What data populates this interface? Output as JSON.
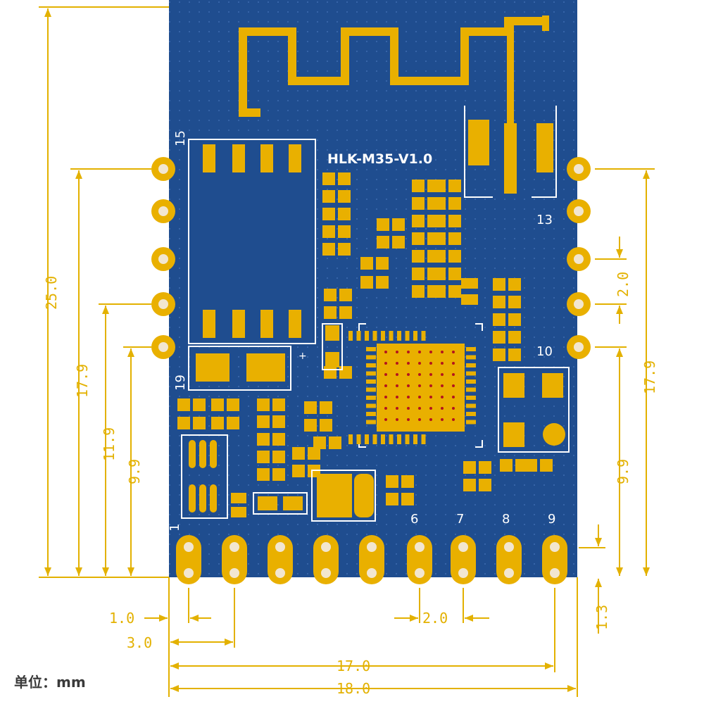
{
  "board": {
    "model_label": "HLK-M35-V1.0",
    "colors": {
      "pcb": "#1f4d8f",
      "pad": "#e9b000",
      "silk": "#ffffff",
      "dimension": "#e3b100"
    }
  },
  "pin_labels": {
    "p15": "15",
    "p19": "19",
    "p1": "1",
    "p13": "13",
    "p10": "10",
    "p6": "6",
    "p7": "7",
    "p8": "8",
    "p9": "9"
  },
  "dimensions": {
    "height_total": "25.0",
    "left_17_9": "17.9",
    "left_11_9": "11.9",
    "left_9_9": "9.9",
    "right_2_0": "2.0",
    "right_17_9": "17.9",
    "right_9_9": "9.9",
    "right_1_3": "1.3",
    "bottom_1_0": "1.0",
    "bottom_3_0": "3.0",
    "bottom_2_0": "2.0",
    "bottom_17_0": "17.0",
    "bottom_18_0": "18.0"
  },
  "unit_label": "单位：mm"
}
